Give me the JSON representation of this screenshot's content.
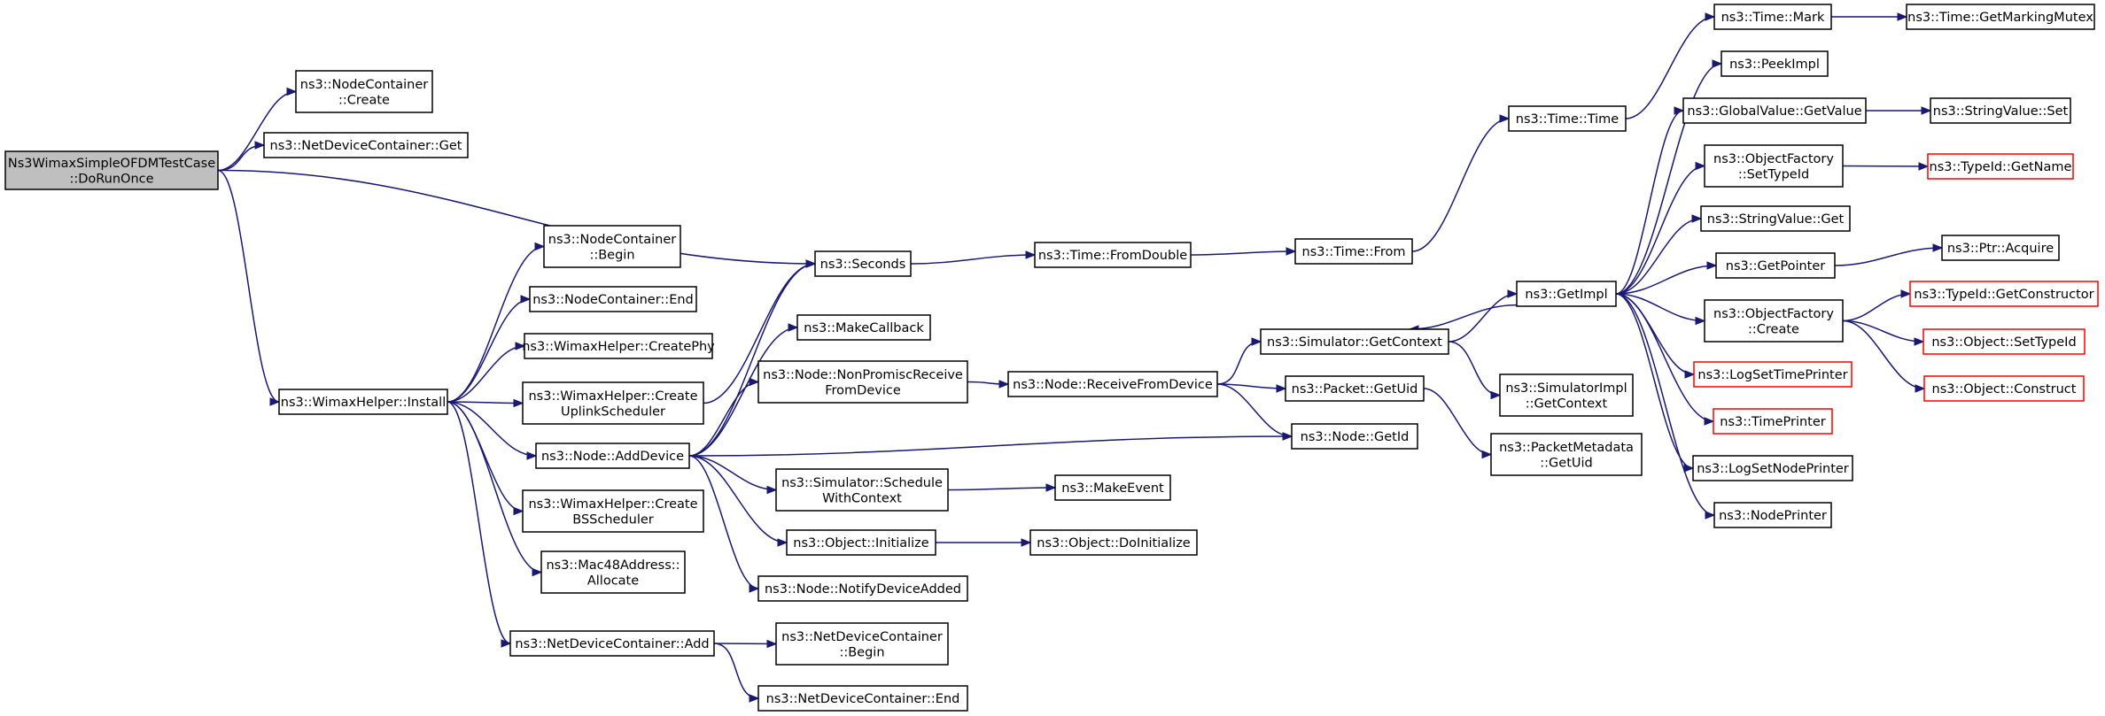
{
  "colors": {
    "edge": "#191970",
    "root_fill": "#bfbfbf",
    "truncated_border": "#ff0000",
    "node_border": "#000000"
  },
  "nodes": [
    {
      "id": "root",
      "lines": [
        "Ns3WimaxSimpleOFDMTestCase",
        "::DoRunOnce"
      ],
      "style": "root"
    },
    {
      "id": "nc_create",
      "lines": [
        "ns3::NodeContainer",
        "::Create"
      ]
    },
    {
      "id": "ndc_get",
      "lines": [
        "ns3::NetDeviceContainer::Get"
      ]
    },
    {
      "id": "seconds",
      "lines": [
        "ns3::Seconds"
      ]
    },
    {
      "id": "wh_install",
      "lines": [
        "ns3::WimaxHelper::Install"
      ]
    },
    {
      "id": "nc_begin",
      "lines": [
        "ns3::NodeContainer",
        "::Begin"
      ]
    },
    {
      "id": "nc_end",
      "lines": [
        "ns3::NodeContainer::End"
      ]
    },
    {
      "id": "wh_createphy",
      "lines": [
        "ns3::WimaxHelper::CreatePhy"
      ]
    },
    {
      "id": "wh_createul",
      "lines": [
        "ns3::WimaxHelper::Create",
        "UplinkScheduler"
      ]
    },
    {
      "id": "node_adddevice",
      "lines": [
        "ns3::Node::AddDevice"
      ]
    },
    {
      "id": "wh_createbs",
      "lines": [
        "ns3::WimaxHelper::Create",
        "BSScheduler"
      ]
    },
    {
      "id": "mac48_alloc",
      "lines": [
        "ns3::Mac48Address::",
        "Allocate"
      ]
    },
    {
      "id": "ndc_add",
      "lines": [
        "ns3::NetDeviceContainer::Add"
      ]
    },
    {
      "id": "makecallback",
      "lines": [
        "ns3::MakeCallback"
      ]
    },
    {
      "id": "node_nonpromisc",
      "lines": [
        "ns3::Node::NonPromiscReceive",
        "FromDevice"
      ]
    },
    {
      "id": "sim_schedule",
      "lines": [
        "ns3::Simulator::Schedule",
        "WithContext"
      ]
    },
    {
      "id": "obj_initialize",
      "lines": [
        "ns3::Object::Initialize"
      ]
    },
    {
      "id": "node_notify",
      "lines": [
        "ns3::Node::NotifyDeviceAdded"
      ]
    },
    {
      "id": "ndc_begin",
      "lines": [
        "ns3::NetDeviceContainer",
        "::Begin"
      ]
    },
    {
      "id": "ndc_end",
      "lines": [
        "ns3::NetDeviceContainer::End"
      ]
    },
    {
      "id": "time_fromdouble",
      "lines": [
        "ns3::Time::FromDouble"
      ]
    },
    {
      "id": "node_receive",
      "lines": [
        "ns3::Node::ReceiveFromDevice"
      ]
    },
    {
      "id": "makeevent",
      "lines": [
        "ns3::MakeEvent"
      ]
    },
    {
      "id": "obj_doinit",
      "lines": [
        "ns3::Object::DoInitialize"
      ]
    },
    {
      "id": "time_from",
      "lines": [
        "ns3::Time::From"
      ]
    },
    {
      "id": "sim_getcontext",
      "lines": [
        "ns3::Simulator::GetContext"
      ]
    },
    {
      "id": "packet_getuid",
      "lines": [
        "ns3::Packet::GetUid"
      ]
    },
    {
      "id": "node_getid",
      "lines": [
        "ns3::Node::GetId"
      ]
    },
    {
      "id": "time_time",
      "lines": [
        "ns3::Time::Time"
      ]
    },
    {
      "id": "getimpl",
      "lines": [
        "ns3::GetImpl"
      ]
    },
    {
      "id": "simimpl_getcontext",
      "lines": [
        "ns3::SimulatorImpl",
        "::GetContext"
      ]
    },
    {
      "id": "pktmeta_getuid",
      "lines": [
        "ns3::PacketMetadata",
        "::GetUid"
      ]
    },
    {
      "id": "time_mark",
      "lines": [
        "ns3::Time::Mark"
      ]
    },
    {
      "id": "peekimpl",
      "lines": [
        "ns3::PeekImpl"
      ]
    },
    {
      "id": "gv_getvalue",
      "lines": [
        "ns3::GlobalValue::GetValue"
      ]
    },
    {
      "id": "of_settypeid",
      "lines": [
        "ns3::ObjectFactory",
        "::SetTypeId"
      ]
    },
    {
      "id": "sv_get",
      "lines": [
        "ns3::StringValue::Get"
      ]
    },
    {
      "id": "getpointer",
      "lines": [
        "ns3::GetPointer"
      ]
    },
    {
      "id": "of_create",
      "lines": [
        "ns3::ObjectFactory",
        "::Create"
      ]
    },
    {
      "id": "logsettimeprinter",
      "lines": [
        "ns3::LogSetTimePrinter"
      ],
      "style": "trunc"
    },
    {
      "id": "timeprinter",
      "lines": [
        "ns3::TimePrinter"
      ],
      "style": "trunc"
    },
    {
      "id": "logsetnodeprinter",
      "lines": [
        "ns3::LogSetNodePrinter"
      ]
    },
    {
      "id": "nodeprinter",
      "lines": [
        "ns3::NodePrinter"
      ]
    },
    {
      "id": "time_getmarkingmutex",
      "lines": [
        "ns3::Time::GetMarkingMutex"
      ]
    },
    {
      "id": "sv_set",
      "lines": [
        "ns3::StringValue::Set"
      ]
    },
    {
      "id": "typeid_getname",
      "lines": [
        "ns3::TypeId::GetName"
      ],
      "style": "trunc"
    },
    {
      "id": "ptr_acquire",
      "lines": [
        "ns3::Ptr::Acquire"
      ]
    },
    {
      "id": "typeid_getconstructor",
      "lines": [
        "ns3::TypeId::GetConstructor"
      ],
      "style": "trunc"
    },
    {
      "id": "obj_settypeid",
      "lines": [
        "ns3::Object::SetTypeId"
      ],
      "style": "trunc"
    },
    {
      "id": "obj_construct",
      "lines": [
        "ns3::Object::Construct"
      ],
      "style": "trunc"
    }
  ],
  "edges": [
    [
      "root",
      "nc_create"
    ],
    [
      "root",
      "ndc_get"
    ],
    [
      "root",
      "seconds"
    ],
    [
      "root",
      "wh_install"
    ],
    [
      "wh_install",
      "nc_begin"
    ],
    [
      "wh_install",
      "nc_end"
    ],
    [
      "wh_install",
      "wh_createphy"
    ],
    [
      "wh_install",
      "wh_createul"
    ],
    [
      "wh_install",
      "node_adddevice"
    ],
    [
      "wh_install",
      "wh_createbs"
    ],
    [
      "wh_install",
      "mac48_alloc"
    ],
    [
      "wh_install",
      "ndc_add"
    ],
    [
      "wh_createul",
      "seconds"
    ],
    [
      "seconds",
      "time_fromdouble"
    ],
    [
      "time_fromdouble",
      "time_from"
    ],
    [
      "time_from",
      "time_time"
    ],
    [
      "time_time",
      "time_mark"
    ],
    [
      "time_mark",
      "time_getmarkingmutex"
    ],
    [
      "node_adddevice",
      "seconds"
    ],
    [
      "node_adddevice",
      "makecallback"
    ],
    [
      "node_adddevice",
      "node_nonpromisc"
    ],
    [
      "node_adddevice",
      "node_getid"
    ],
    [
      "node_adddevice",
      "sim_schedule"
    ],
    [
      "node_adddevice",
      "obj_initialize"
    ],
    [
      "node_adddevice",
      "node_notify"
    ],
    [
      "node_nonpromisc",
      "node_receive"
    ],
    [
      "node_receive",
      "sim_getcontext"
    ],
    [
      "node_receive",
      "packet_getuid"
    ],
    [
      "node_receive",
      "node_getid"
    ],
    [
      "sim_getcontext",
      "getimpl"
    ],
    [
      "sim_getcontext",
      "simimpl_getcontext"
    ],
    [
      "packet_getuid",
      "pktmeta_getuid"
    ],
    [
      "sim_schedule",
      "makeevent"
    ],
    [
      "obj_initialize",
      "obj_doinit"
    ],
    [
      "ndc_add",
      "ndc_begin"
    ],
    [
      "ndc_add",
      "ndc_end"
    ],
    [
      "getimpl",
      "peekimpl"
    ],
    [
      "getimpl",
      "gv_getvalue"
    ],
    [
      "getimpl",
      "of_settypeid"
    ],
    [
      "getimpl",
      "sv_get"
    ],
    [
      "getimpl",
      "getpointer"
    ],
    [
      "getimpl",
      "of_create"
    ],
    [
      "getimpl",
      "logsettimeprinter"
    ],
    [
      "getimpl",
      "timeprinter"
    ],
    [
      "getimpl",
      "logsetnodeprinter"
    ],
    [
      "getimpl",
      "nodeprinter"
    ],
    [
      "getimpl",
      "sim_getcontext"
    ],
    [
      "gv_getvalue",
      "sv_set"
    ],
    [
      "of_settypeid",
      "typeid_getname"
    ],
    [
      "getpointer",
      "ptr_acquire"
    ],
    [
      "of_create",
      "typeid_getconstructor"
    ],
    [
      "of_create",
      "obj_settypeid"
    ],
    [
      "of_create",
      "obj_construct"
    ]
  ]
}
